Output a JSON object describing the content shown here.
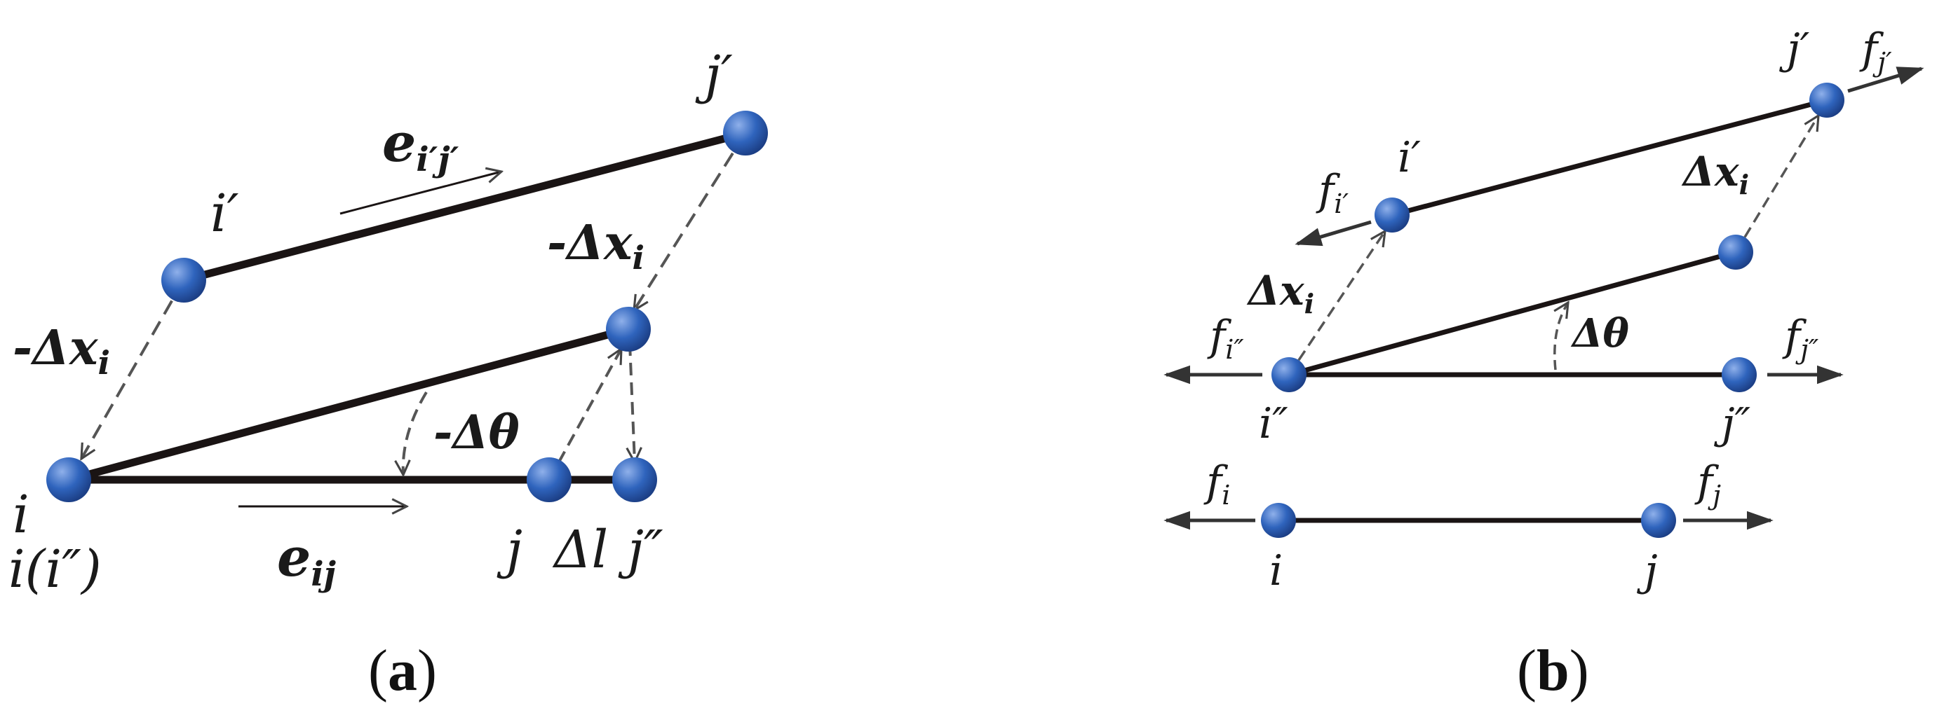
{
  "colors": {
    "node": "#2f64bd",
    "node_highlight": "#8fb0ea",
    "bar": "#1a1414",
    "dashed": "#555555",
    "text": "#1a1a1a"
  },
  "panel_a": {
    "caption": "(a)",
    "caption_letter": "a",
    "label_i_prime": "i′",
    "label_j_prime": "j′",
    "label_i": "i",
    "label_i_i2": "i(i″)",
    "label_j": "j",
    "label_delta_l": "Δl",
    "label_j2": "j″",
    "vec_e_top": "e",
    "vec_e_top_sub": "i′j′",
    "vec_e_bottom": "e",
    "vec_e_bottom_sub": "ij",
    "neg_dx_right": "-Δx",
    "neg_dx_right_sub": "i",
    "neg_dx_left": "-Δx",
    "neg_dx_left_sub": "i",
    "neg_dtheta": "-Δθ"
  },
  "panel_b": {
    "caption": "(b)",
    "caption_letter": "b",
    "label_j_prime": "j′",
    "label_i_prime": "i′",
    "label_i2": "i″",
    "label_j2": "j″",
    "label_i": "i",
    "label_j": "j",
    "f_j_prime": "f",
    "f_j_prime_sub": "j′",
    "f_i_prime": "f",
    "f_i_prime_sub": "i′",
    "f_i2": "f",
    "f_i2_sub": "i″",
    "f_j2": "f",
    "f_j2_sub": "j″",
    "f_i": "f",
    "f_i_sub": "i",
    "f_j": "f",
    "f_j_sub": "j",
    "dx_left": "Δx",
    "dx_left_sub": "i",
    "dx_right": "Δx",
    "dx_right_sub": "i",
    "dtheta": "Δθ"
  }
}
